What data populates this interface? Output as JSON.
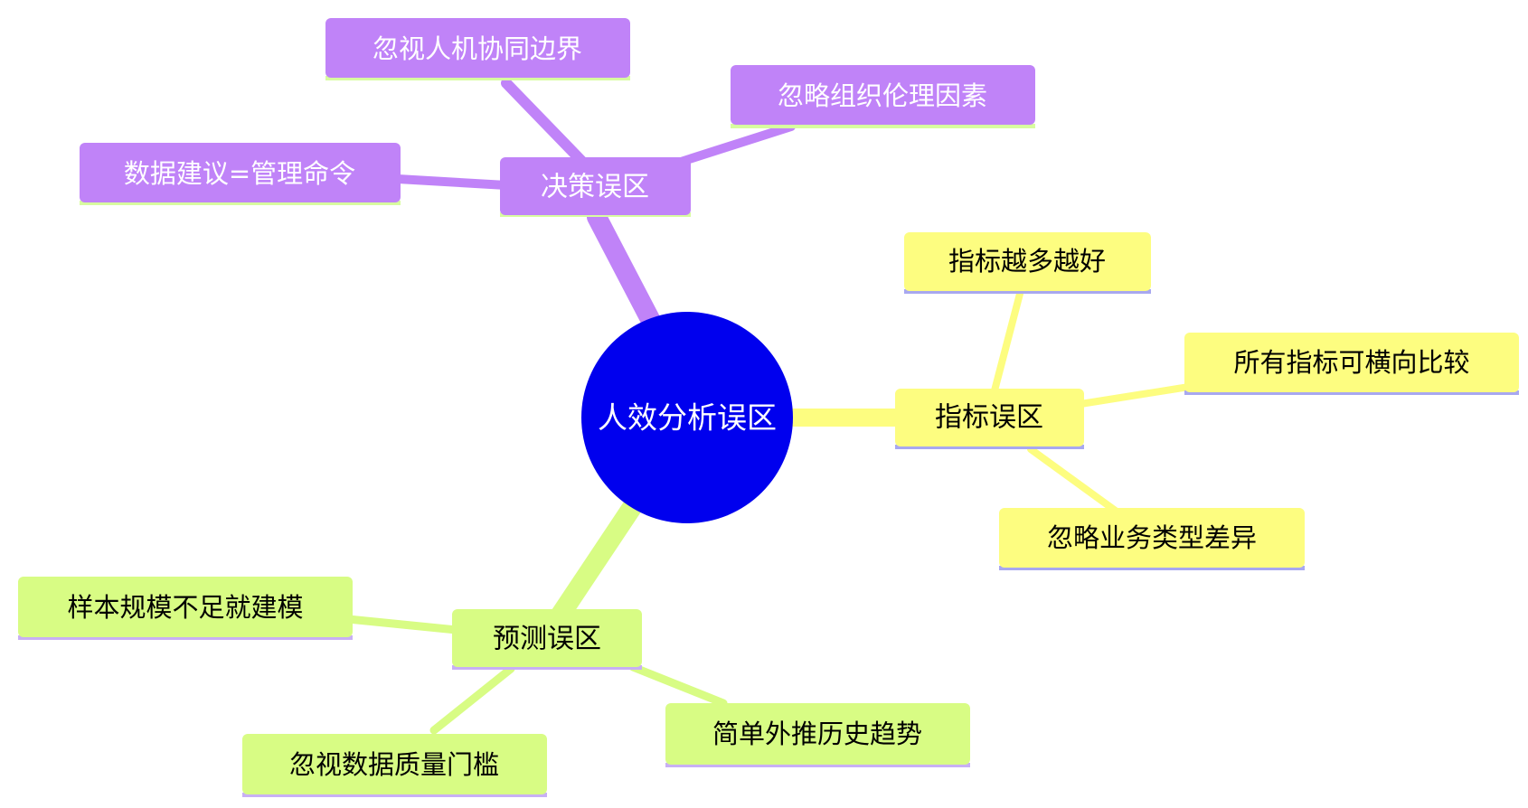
{
  "colors": {
    "root_fill": "#0000ee",
    "root_text": "#ffffff",
    "purple_fill": "#c083f8",
    "purple_text": "#ffffff",
    "purple_underline": "#d8fca0",
    "yellow_fill": "#fdfd80",
    "yellow_text": "#000000",
    "yellow_underline": "#a8a8f0",
    "green_fill": "#d8fc84",
    "green_text": "#000000",
    "green_underline": "#c8b0f4",
    "purple_edge": "#c083f8",
    "yellow_edge": "#fdfd80",
    "green_edge": "#d8fc84"
  },
  "root": {
    "label": "人效分析误区"
  },
  "branches": [
    {
      "id": "decision",
      "label": "决策误区",
      "color": "purple",
      "children": [
        {
          "label": "忽视人机协同边界"
        },
        {
          "label": "忽略组织伦理因素"
        },
        {
          "label": "数据建议=管理命令"
        }
      ]
    },
    {
      "id": "metric",
      "label": "指标误区",
      "color": "yellow",
      "children": [
        {
          "label": "指标越多越好"
        },
        {
          "label": "所有指标可横向比较"
        },
        {
          "label": "忽略业务类型差异"
        }
      ]
    },
    {
      "id": "forecast",
      "label": "预测误区",
      "color": "green",
      "children": [
        {
          "label": "样本规模不足就建模"
        },
        {
          "label": "简单外推历史趋势"
        },
        {
          "label": "忽视数据质量门槛"
        }
      ]
    }
  ]
}
